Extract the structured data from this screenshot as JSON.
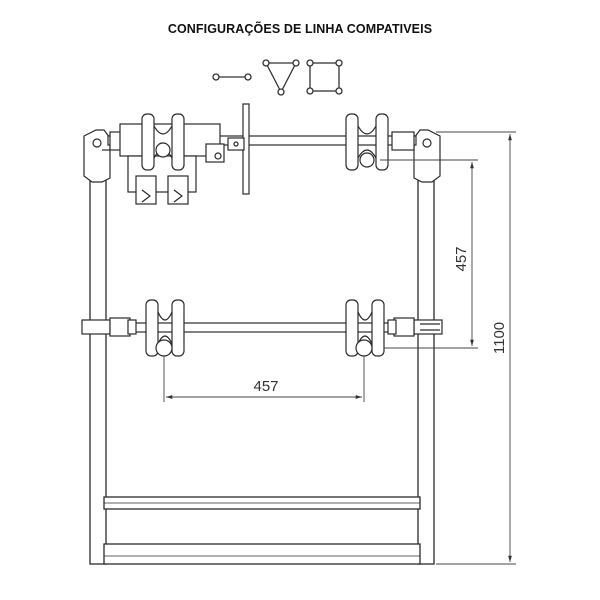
{
  "title": "CONFIGURAÇÕES DE LINHA COMPATIVEIS",
  "config_icons": [
    "horizontal-line-config-icon",
    "triangle-config-icon",
    "square-config-icon"
  ],
  "dimensions": {
    "upper_vertical": "457",
    "lower_horizontal": "457",
    "overall_height": "1100"
  },
  "colors": {
    "line": "#2b2b2b",
    "dim_line": "#444444"
  }
}
